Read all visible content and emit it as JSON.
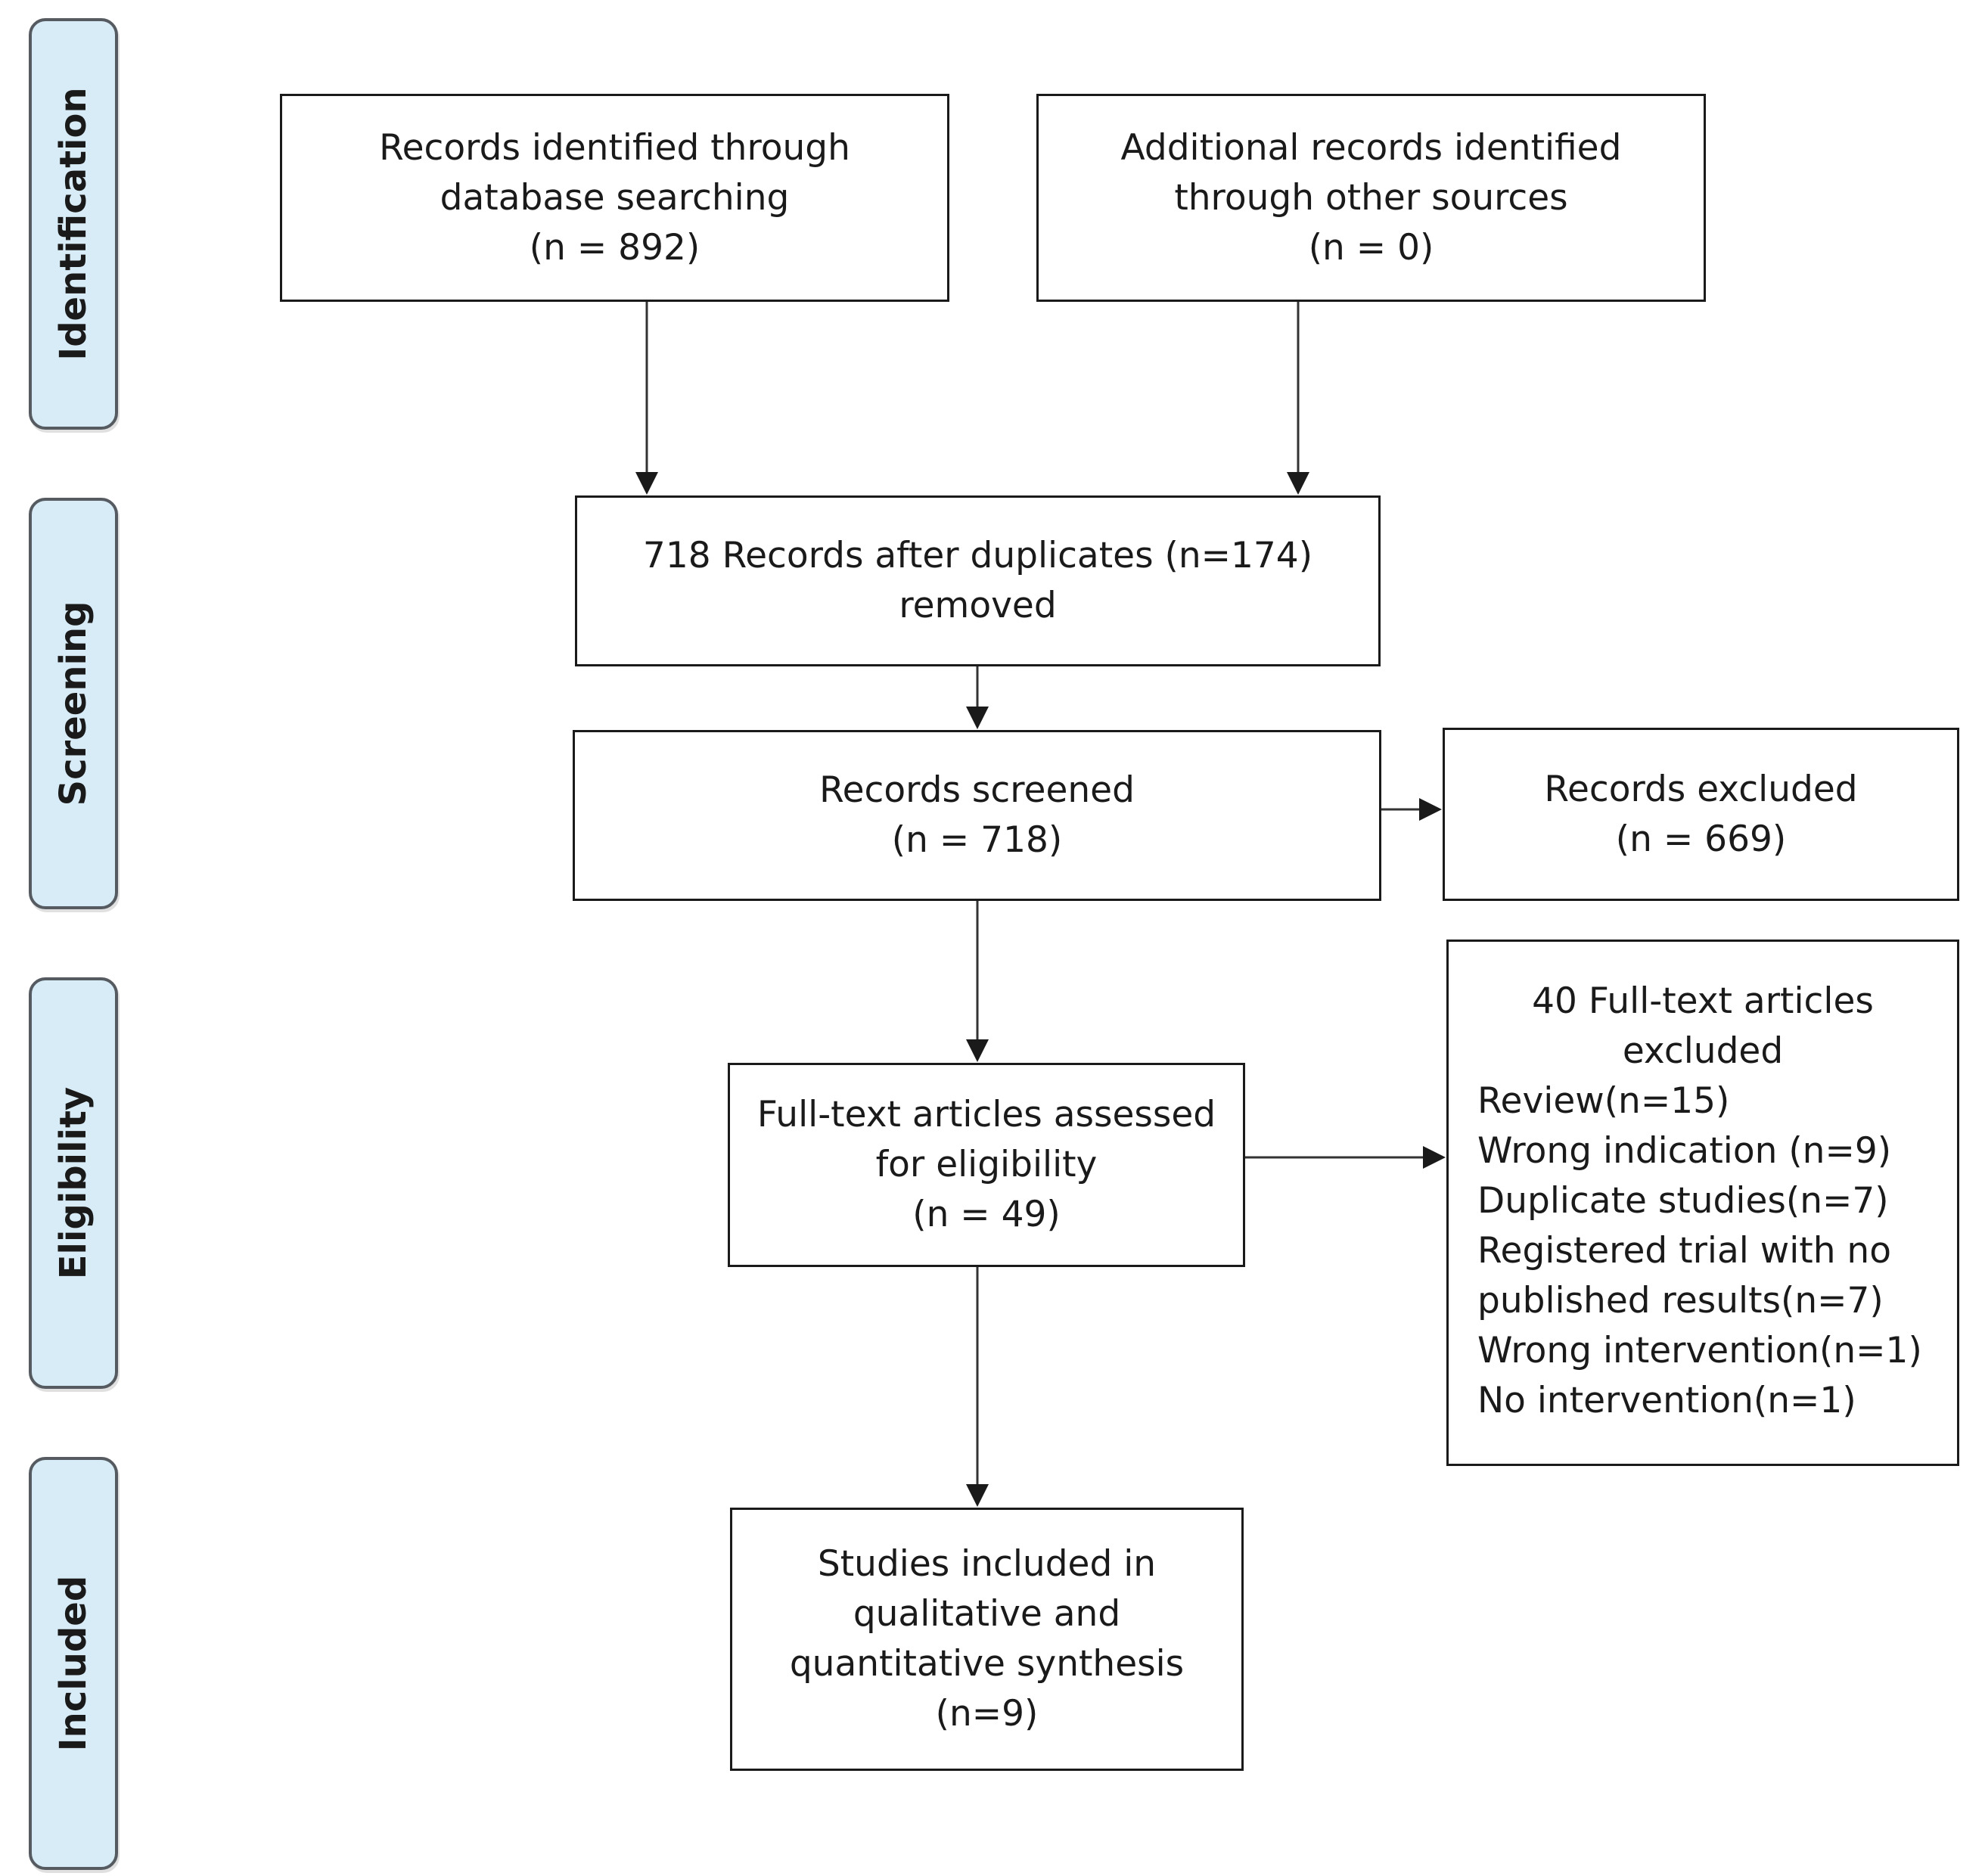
{
  "phases": {
    "identification": "Identification",
    "screening": "Screening",
    "eligibility": "Eligibility",
    "included": "Included"
  },
  "boxes": {
    "database": {
      "line1": "Records identified through",
      "line2": "database searching",
      "line3": "(n = 892)"
    },
    "other_sources": {
      "line1": "Additional records identified",
      "line2": "through other sources",
      "line3": "(n = 0)"
    },
    "duplicates": {
      "line1": "718 Records after duplicates (n=174)",
      "line2": "removed"
    },
    "screened": {
      "line1": "Records screened",
      "line2": "(n = 718)"
    },
    "excluded": {
      "line1": "Records excluded",
      "line2": "(n = 669)"
    },
    "fulltext": {
      "line1": "Full-text articles assessed",
      "line2": "for eligibility",
      "line3": "(n = 49)"
    },
    "fulltext_excluded": {
      "head1": "40 Full-text articles",
      "head2": "excluded",
      "reasons": [
        "Review(n=15)",
        "Wrong indication (n=9)",
        "Duplicate studies(n=7)",
        "Registered trial with no",
        "published results(n=7)",
        "Wrong intervention(n=1)",
        "No intervention(n=1)"
      ]
    },
    "included": {
      "line1": "Studies included in",
      "line2": "qualitative and",
      "line3": "quantitative synthesis",
      "line4": "(n=9)"
    }
  }
}
